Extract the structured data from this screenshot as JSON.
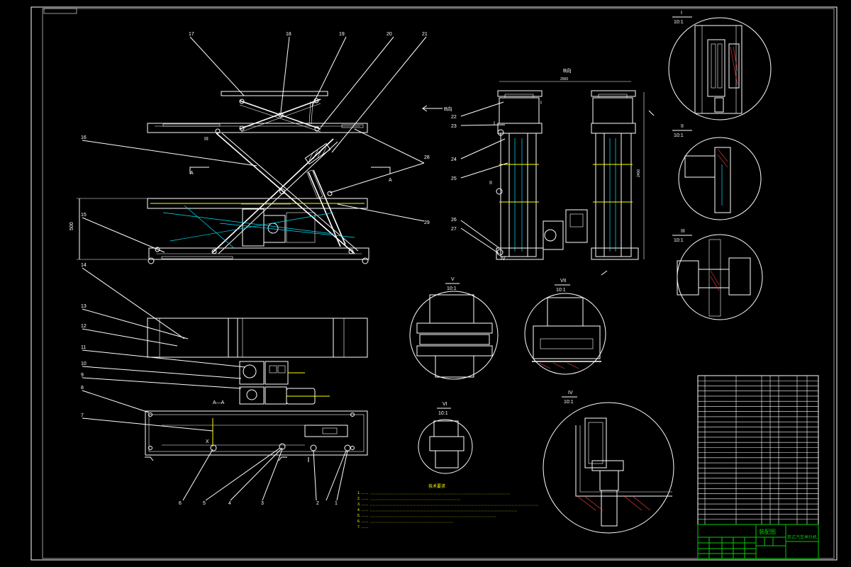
{
  "part_numbers": [
    "1",
    "2",
    "3",
    "4",
    "5",
    "6",
    "7",
    "8",
    "9",
    "10",
    "11",
    "12",
    "13",
    "14",
    "15",
    "16",
    "17",
    "18",
    "19",
    "20",
    "21",
    "22",
    "23",
    "24",
    "25",
    "26",
    "27",
    "28",
    "29"
  ],
  "section_label": "A—A",
  "view_b_label": "B向",
  "detail_scale": "10:1",
  "detail_views": [
    "I",
    "II",
    "III",
    "IV",
    "V",
    "VI",
    "VII"
  ],
  "notes_title": "技术要求",
  "notes": [
    "1. ……",
    "2. ……",
    "3. ……",
    "4. ……",
    "5. ……",
    "6. ……",
    "7. ……"
  ],
  "title_block": {
    "drawing_title": "装配图",
    "project_name": "剪式汽车举升机"
  },
  "colors": {
    "outline": "#ffffff",
    "centerline": "#ffff00",
    "hidden": "#00e5ff",
    "titleblock": "#00d000",
    "section_hatch": "#ff4040"
  }
}
